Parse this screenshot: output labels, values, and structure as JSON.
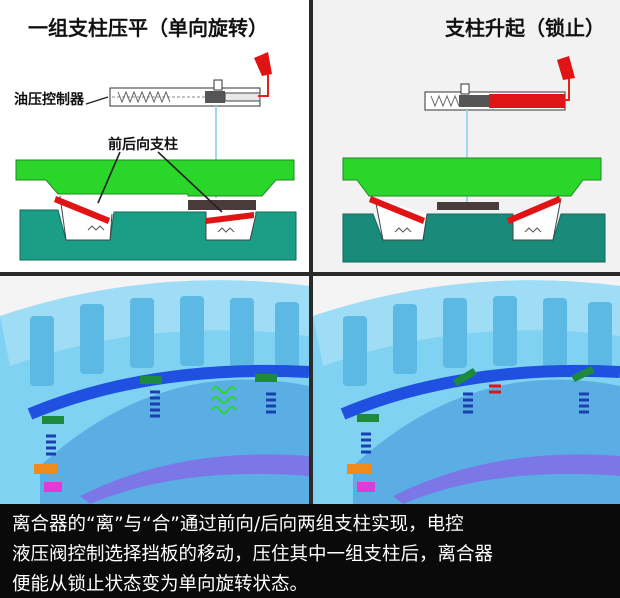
{
  "panels": {
    "top_left": {
      "title": "一组支柱压平（单向旋转）",
      "label_valve": "油压控制器",
      "label_struts": "前后向支柱"
    },
    "top_right": {
      "title": "支柱升起（锁止）"
    }
  },
  "caption": {
    "line1": "离合器的“离”与“合”通过前向/后向两组支柱实现，电控",
    "line2": "液压阀控制选择挡板的移动，压住其中一组支柱后，离合器",
    "line3": "便能从锁止状态变为单向旋转状态。"
  },
  "colors": {
    "upper_plate": "#2bd62b",
    "lower_plate": "#1a9e86",
    "strut": "#e01414",
    "blocker": "#4a3b3b",
    "clutch_ring": "#6fc4ee",
    "selector_ring": "#2060e8"
  }
}
